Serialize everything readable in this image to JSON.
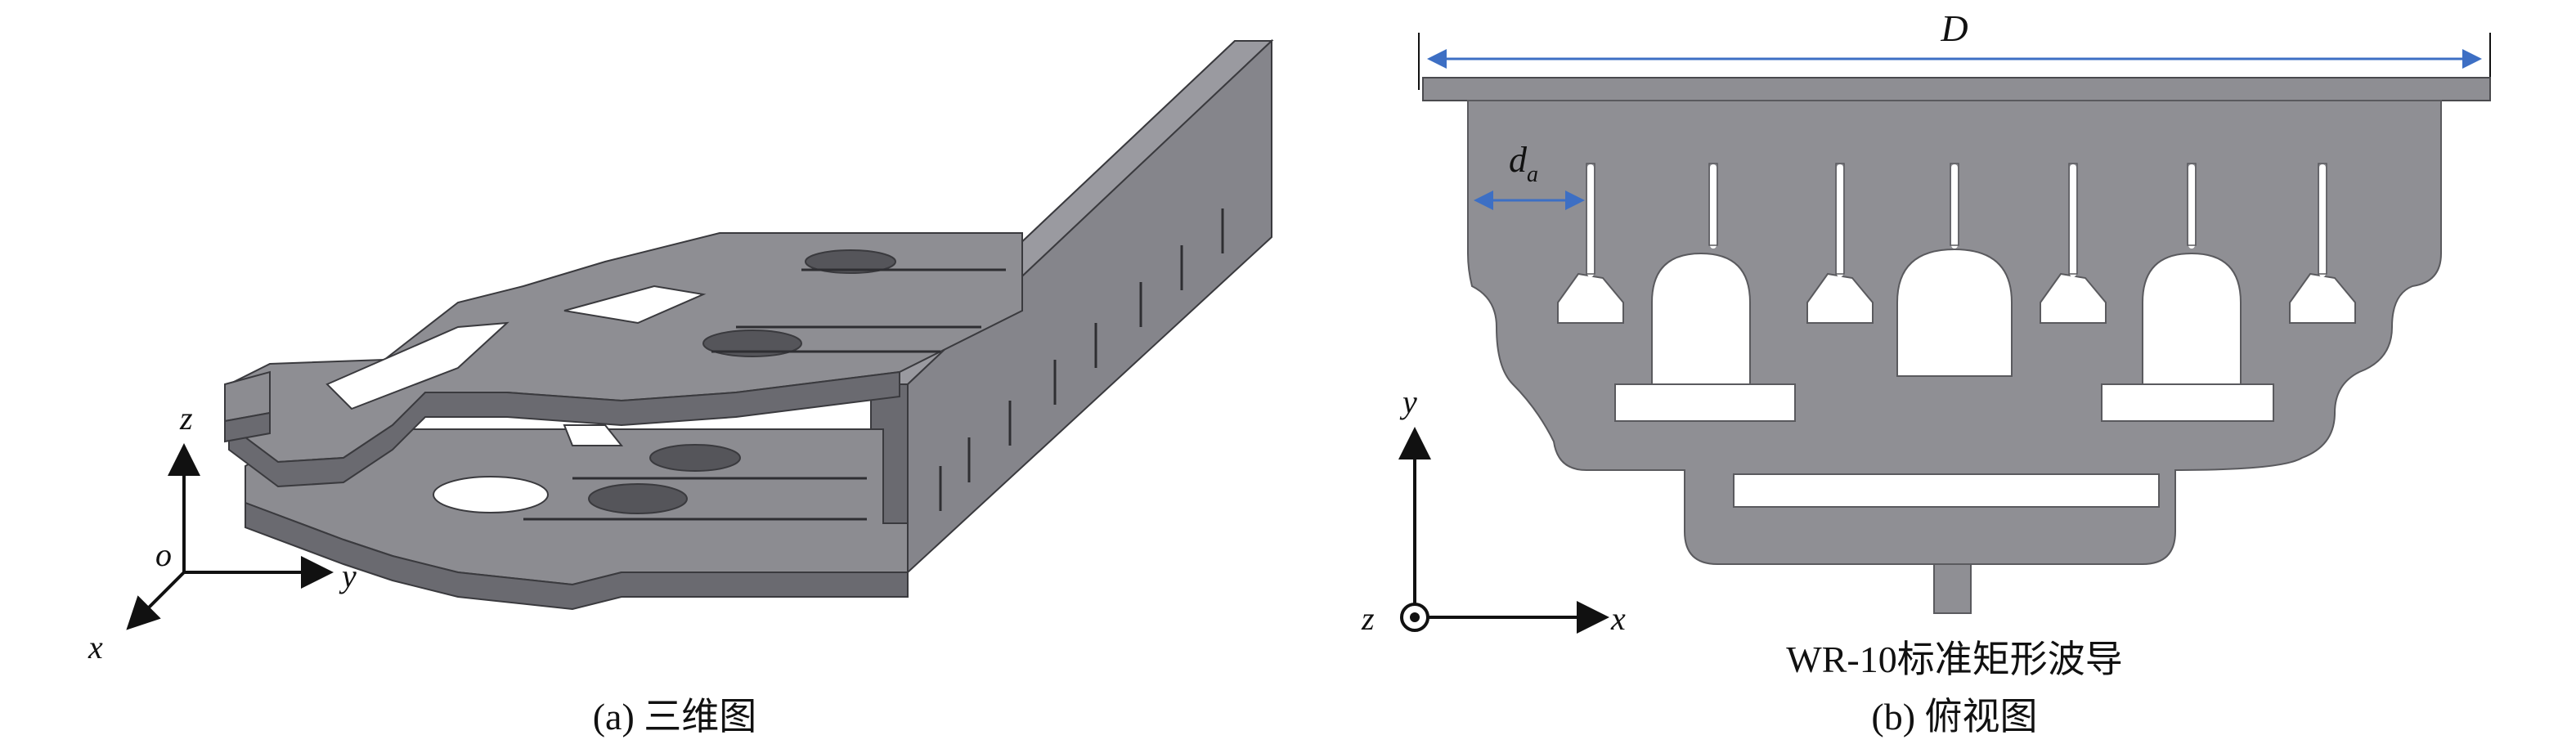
{
  "panel_a": {
    "caption": "(a) 三维图",
    "axes": {
      "z": "z",
      "origin": "o",
      "y": "y",
      "x": "x"
    }
  },
  "panel_b": {
    "caption": "(b) 俯视图",
    "dimension_D": "D",
    "dimension_da_main": "d",
    "dimension_da_sub": "a",
    "waveguide_label": "WR-10标准矩形波导",
    "axes": {
      "y": "y",
      "z": "z",
      "x": "x"
    }
  },
  "colors": {
    "metal_top": "#8c8c91",
    "metal_front": "#6e6e74",
    "metal_dark": "#55555a",
    "edge": "#3a3a3e",
    "dimension_arrow": "#3d6fc4",
    "axis": "#111111"
  }
}
